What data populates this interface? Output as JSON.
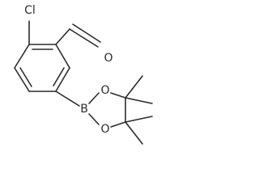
{
  "molecule": {
    "atoms": {
      "chlorine": "Cl",
      "aldehyde_oxygen": "O",
      "boron": "B",
      "ring_oxygen_top": "O",
      "ring_oxygen_bottom": "O"
    }
  },
  "colors": {
    "bond": "#2b2b2b",
    "background": "#ffffff"
  }
}
